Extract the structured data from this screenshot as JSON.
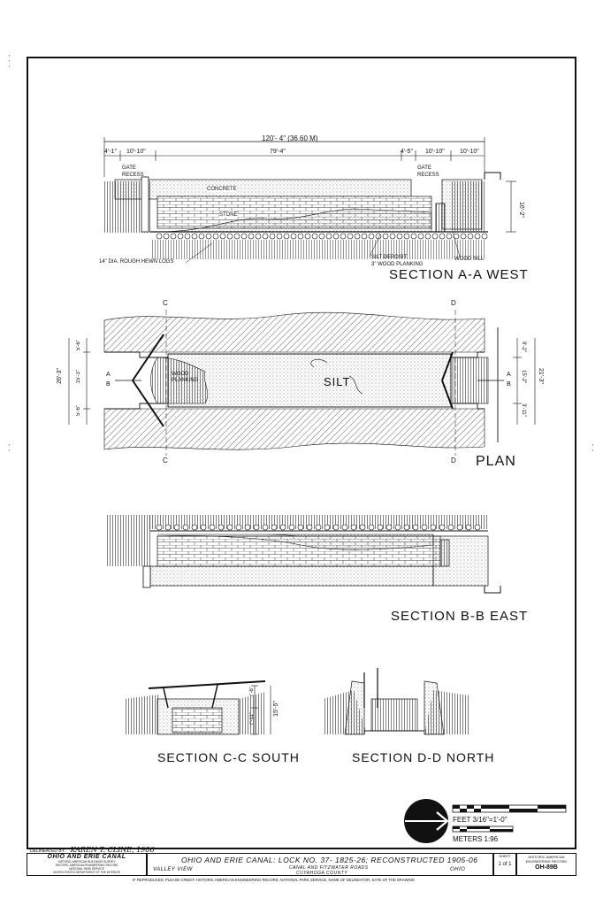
{
  "sections": {
    "aa": {
      "title": "SECTION A-A WEST",
      "overall_dim": "120'- 4\" (36.60 M)",
      "dims": [
        "4'-1\"",
        "10'-10\"",
        "79'-4\"",
        "4'-5\"",
        "10'-10\"",
        "10'-10\""
      ],
      "height_dim": "16'-2\"",
      "labels": {
        "gate_recess_left": "GATE RECESS",
        "gate_recess_right": "GATE RECESS",
        "concrete": "CONCRETE",
        "stone": "STONE",
        "logs": "14\" DIA. ROUGH HEWN LOGS",
        "silt_deposit": "SILT DEPOSIT",
        "wood_planking": "3\" WOOD PLANKING",
        "wood_sill": "WOOD SILL"
      }
    },
    "plan": {
      "title": "PLAN",
      "silt": "SILT",
      "wood_planking": "WOOD PLANKING",
      "left_dims": [
        "26'-3\"",
        "5'-6\"",
        "15'-3\"",
        "5'-6\""
      ],
      "right_dims": [
        "21'-3\"",
        "9'-2\"",
        "15'-2\"",
        "3'-11\""
      ],
      "marker_a": "A",
      "marker_b": "B",
      "marker_c": "C",
      "marker_d": "D"
    },
    "bb": {
      "title": "SECTION B-B EAST"
    },
    "cc": {
      "title": "SECTION C-C SOUTH",
      "dims": [
        "7'-6\"",
        "7'-11\"",
        "15'-5\""
      ]
    },
    "dd": {
      "title": "SECTION D-D NORTH"
    }
  },
  "scale": {
    "feet_label": "FEET 3/16\"=1'-0\"",
    "meters_label": "METERS 1:96"
  },
  "delineated": {
    "prefix": "DELINEATED BY:",
    "name": "KAREN T. CLINE, 1986"
  },
  "title_block": {
    "left_title": "OHIO AND ERIE CANAL",
    "left_sub1": "HISTORIC AMERICAN BUILDINGS SURVEY",
    "left_sub2": "HISTORIC AMERICAN ENGINEERING RECORD",
    "left_sub3": "NATIONAL PARK SERVICE",
    "left_sub4": "UNITED STATES DEPARTMENT OF THE INTERIOR",
    "main_title": "OHIO AND ERIE CANAL: LOCK NO. 37- 1825-26; RECONSTRUCTED 1905-06",
    "location": "VALLEY VIEW",
    "roads": "CANAL AND FITZWATER ROADS",
    "county": "CUYAHOGA COUNTY",
    "state": "OHIO",
    "sheet_label": "SHEET",
    "sheet_value": "1 of 1",
    "haer_label": "HISTORIC AMERICAN ENGINEERING RECORD",
    "haer_number": "OH-89B",
    "credit": "IF REPRODUCED, PLEASE CREDIT: HISTORIC AMERICAN ENGINEERING RECORD, NATIONAL PARK SERVICE, NAME OF DELINEATOR, DATE OF THE DRAWING"
  }
}
